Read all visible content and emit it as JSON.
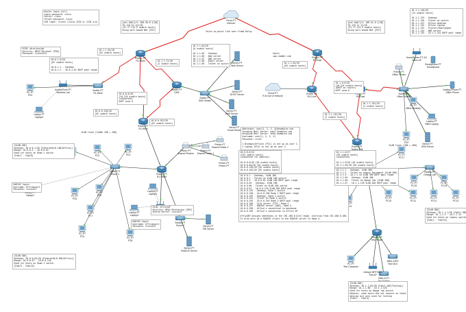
{
  "notes": {
    "router_logins": [
      "Router login [all]",
      "Login password: cisco",
      "Secret: class",
      "Telnet password: cisco",
      "SSH login: Cisco1 (Cisco-1234 or 1234 n/a)"
    ],
    "ssid_west": [
      "SSID: WirelessLab",
      "Security: WPA2-Personal [PSK]",
      "Password: cisco1234"
    ],
    "isp_west": [
      "[ext-Se0/1/1: 209.30.0.1/28]",
      "70.116.44.122/28",
      "[31.77.113.9 usable hosts]",
      "Using port-based NAT [PAT]"
    ],
    "isp_east": [
      "[ext-Se0/1/1: 209.31.0.1/28]",
      "70.129.11.12/28",
      "[31.77.113.9 usable hosts]",
      "Using port-based NAT [PAT]"
    ],
    "isp_cloud": [
      "Point-to-point link over Frame Relay"
    ],
    "hosts": [
      "Hosts",
      "www.noaddr.com"
    ],
    "east_wlan": [
      "10.1.1.128/28",
      "[14 usable hosts]",
      "",
      "10.1.1.129 - Gateway",
      "10.1.1.130 - Telnet on switch",
      "10.1.1.131 - Office desktop",
      "10.1.1.132 - Office laptop",
      "10.1.1.133 - Printer/Smartphone",
      "10.1.1.134 - DNS server",
      "10.1.1.135 - 10.1.1.142 DHCP pool range"
    ],
    "west_lan": [
      "10.0.1.0/28",
      "[62 usable hosts]",
      "",
      "10.0.1.1 - Gateway",
      "10.0.1.2 - 10.0.1.62 DHCP pool range"
    ],
    "serial_west_top": [
      "10.1.1.64/28",
      "[62 usable hosts]"
    ],
    "serial_mid": [
      "10.1.1.72/30",
      "[2 usable hosts]"
    ],
    "dmz": [
      "10.1.1.64/28",
      "[6 usable hosts]",
      "",
      "10.1.1.65 - Gateway",
      "10.1.1.66 - Web server",
      "10.1.1.67 - DNS server",
      "10.1.1.68 - Email server",
      "10.1.1.69 - Telnet on switch"
    ],
    "ospf_west": [
      "10.0.0.0/28",
      "[10,224 usable hosts]",
      "(subnetted)",
      "OSPF area 0"
    ],
    "vlan_trunk": [
      "VLAN trunk [VLANs 100 + 200]"
    ],
    "west_subnet_a": [
      "10.0.0.128/28",
      "[62 usable hosts]"
    ],
    "west_subnet_b": [
      "10.0.0.192/28",
      "[62 usable hosts]"
    ],
    "east_subnet_a": [
      "10.1.1.64/28",
      "[62 usable hosts]"
    ],
    "east_ospf": [
      "10.1.0.0/28",
      "[10,224 usable hosts]",
      "(DHCP on router)",
      "OSPF area 0"
    ],
    "east_serial": [
      "10.1.1.132/30",
      "[2 usable hosts]"
    ],
    "east_lan_b": [
      "10.1.1.152/28",
      "[2 usable hosts]"
    ],
    "email_addresses": [
      "Addresses: user[1, 2, 3, 4]@examplex.com",
      "Incoming Mail Server: pop3.examplex.com",
      "Outgoing Mail Server: smtp.examplex.com",
      "Username: user[1, 2, 3, 4]",
      "Password: cisco",
      "",
      "1 Windows/Office1 [PC1] is set up as user 1.",
      "1 Laptop [PC2] is set up as user 2."
    ],
    "dhcp_left": [
      "[VLAN 100]",
      "Gateway: 10.0.0.1/26 [Ethernet0/0.100(Office)]",
      "Range: 10.0.0.3 - 10.0.0.62",
      "Used for hosts on Room 1 switch",
      "[Fa0/1 - Fa0/8]"
    ],
    "vlan_main": [
      "10.0.0.0/24",
      "[253 usable hosts]",
      "(subnetted for address)",
      "",
      "10.0.0.0/26 [62 usable hosts]",
      "10.0.0.64/26 [62 usable hosts]",
      "10.0.0.128/26 [62 usable hosts]",
      "10.0.0.192/26 [62 usable hosts]"
    ],
    "vlan_main_detail": [
      "10.0.0.1 - Gateway, VLAN 100",
      "10.0.0.2 - Telnet on VLAN 100 switch",
      "10.0.0.3 - 10.0.0.62 VLAN 100 DHCP pool range",
      "10.0.0.65 - Gateway, VLAN 200",
      "10.0.0.66 - Telnet on VLAN 200 switch",
      "10.0.0.67 - 10.0.0.126 VLAN 200 DHCP pool range",
      "10.0.0.129 - Gateway, Room 2 switch",
      "10.0.0.130 - 10.0.0.190 Room 2 DHCP pool range",
      "10.0.0.193 - Gateway, Room 3 switch",
      "10.0.0.194 - Telnet on Room 3 switch",
      "10.0.0.195 - 10.0.0.254 Room 3 DHCP pool range",
      "10.0.0.196 - File server (FTP), Room 4",
      "10.0.0.197 - RADIUS server [AAA], Room 4",
      "10.0.0.198 - Office's connection to backbone",
      "10.0.0.199 - Office's connection to Office AP",
      "",
      "OfficeAP assigns addresses in the 192.168.0.0/24 range, starting from 192.168.0.100.",
      "It also acts as a RADIUS client to the RADIUS server in Room 4."
    ],
    "lab_a": [
      "10.1.1.0/27",
      "[30 usable hosts]",
      "(subnetted)",
      "",
      "10.1.1.0/28 [62 usable hosts]",
      "10.1.1.64/28 [62 usable hosts]"
    ],
    "lab_a_detail": [
      "10.1.1.1 - Gateway, VLAN 300",
      "10.1.1.2 - Telnet on Legacy Equipment [VLAN 300]",
      "10.1.1.3 - 10.1.1.14 VLAN 300 DHCP pool range",
      "10.1.1.65 - Gateway, VLAN 400",
      "10.1.1.66 - Telnet on Omega lab [VLAN 400]",
      "10.1.1.67 - 10.1.1.126 VLAN 400 DHCP pool range"
    ],
    "radius_login": [
      "RADIUS login:",
      "Username: Officeuser1",
      "Password: cisco123"
    ],
    "dhcp_left2": [
      "[VLAN 200]",
      "Gateway: 10.0.0.65/26 [Ethernet0/0.200(Office)]",
      "Range: 10.0.0.67 - 10.0.0.126",
      "Used for hosts on Room 1 switch",
      "[Fa0/9 - Fa0/16]"
    ],
    "office_ssid": [
      "SSID: OfficeAP",
      "Security: WPA2-Enterprise [EAP]",
      "Shared Secret: cisco123"
    ],
    "radius_login2": [
      "RADIUS login:",
      "Username: Officeuser2",
      "Password: cisco123"
    ],
    "legacy": [
      "[VLAN 300]",
      "Gateway: 10.1.1.1/28 [Fa0/1.300(Legacy)]",
      "Range: 10.1.1.3 - 10.1.1.14",
      "Used for hosts on Legacy switch",
      "[Fa0/1 - Fa0/24]"
    ],
    "testing": [
      "[VLAN 400]",
      "Gateway: 10.1.1.65/28 [Fa0/1.400(Testing)]",
      "Range: 10.1.1.66 - 10.1.1.126",
      "Used for hosts on Omega lab switch",
      "However, some hosts did not connect as these",
      "devices are only used for testing",
      "[Fa0/2 - Fa0/4]"
    ],
    "east_vlan_trunk": [
      "VLAN trunk [300 + 400]"
    ]
  },
  "devices": [
    {
      "id": "west-router",
      "label": "Router-PT",
      "sub": "R1-West"
    },
    {
      "id": "internet",
      "label": "Cloud-PT",
      "sub": "Internet"
    },
    {
      "id": "east-router",
      "label": "Router-PT",
      "sub": "R1-East"
    },
    {
      "id": "west-ap",
      "label": "AccessPoint-PT",
      "sub": "Wireless Lab"
    },
    {
      "id": "west-ap-sw",
      "label": "Switch-PT",
      "sub": "R1-West"
    },
    {
      "id": "dmz-router",
      "label": "Router-PT",
      "sub": "DMZ"
    },
    {
      "id": "dmz-switch",
      "label": "Switch-PT",
      "sub": "DMZ Switch"
    },
    {
      "id": "web-server",
      "label": "Server-PT",
      "sub": "Web Server"
    },
    {
      "id": "dhcp-server",
      "label": "Server-PT",
      "sub": "DHCP Server"
    },
    {
      "id": "dns-server",
      "label": "Server-PT",
      "sub": "DNS Server"
    },
    {
      "id": "email-server",
      "label": "Server-PT",
      "sub": "Email Server"
    },
    {
      "id": "hosts-cloud",
      "label": "Cloud-PT",
      "sub": "R-N root of network"
    },
    {
      "id": "east-core",
      "label": "Router-PT",
      "sub": "R4-Core"
    },
    {
      "id": "east-office-router",
      "label": "Router-PT",
      "sub": "R3-East"
    },
    {
      "id": "east-office-sw",
      "label": "Switch-PT",
      "sub": "Office Switch"
    },
    {
      "id": "east-ap",
      "label": "HomeRouter-PT-AC",
      "sub": "Office AP"
    },
    {
      "id": "east-phone",
      "label": "Smartphone-PT",
      "sub": "Smartphone"
    },
    {
      "id": "printer-east",
      "label": "Printer-PT",
      "sub": "Office Printer"
    },
    {
      "id": "east-desktop",
      "label": "PC-PT",
      "sub": "Office Desktop"
    },
    {
      "id": "analog-phone",
      "label": "Analog-Phone-PT",
      "sub": "Office Phone"
    },
    {
      "id": "office-laptop",
      "label": "Laptop-PT",
      "sub": "Office Laptop"
    },
    {
      "id": "dns-east",
      "label": "Server-PT",
      "sub": "DNS Server"
    },
    {
      "id": "west-core",
      "label": "Router-PT",
      "sub": "R2-West"
    },
    {
      "id": "office-router",
      "label": "Router-PT",
      "sub": "R1-Office"
    },
    {
      "id": "shared-printers",
      "label": "Printer-PT",
      "sub": "Shared Printers"
    },
    {
      "id": "printer1",
      "label": "Printer-PT",
      "sub": "Shared Printer 1"
    },
    {
      "id": "printer2",
      "label": "Printer-PT",
      "sub": "Shared Printer 2"
    },
    {
      "id": "printer3",
      "label": "Printer-PT",
      "sub": "Printer-PT"
    },
    {
      "id": "office-sw",
      "label": "Switch-PT",
      "sub": "Room 1"
    },
    {
      "id": "office-ap",
      "label": "Linksys WRT300N",
      "sub": "Office AP"
    },
    {
      "id": "room4-sw",
      "label": "Switch-PT",
      "sub": "Room 4"
    },
    {
      "id": "file-server",
      "label": "Server-PT",
      "sub": "File Server"
    },
    {
      "id": "radius-server",
      "label": "Server-PT",
      "sub": "RADIUS Server"
    },
    {
      "id": "east-lab-router",
      "label": "Router-PT",
      "sub": "Testing Site"
    },
    {
      "id": "legacy-sw",
      "label": "Switch-PT",
      "sub": "Legacy Equipment"
    },
    {
      "id": "omega-sw",
      "label": "Switch-PT",
      "sub": "Omega Lab"
    },
    {
      "id": "test-router",
      "label": "Router-PT",
      "sub": "Test Router"
    },
    {
      "id": "test-mlsw",
      "label": "3560-24PS",
      "sub": "Test MLS"
    },
    {
      "id": "test-sw",
      "label": "2960-24TT",
      "sub": "Test Switch"
    },
    {
      "id": "test-computer",
      "label": "PC-PT",
      "sub": "Test Computer"
    },
    {
      "id": "test-ap",
      "label": "Linksys WRT300N",
      "sub": "Test AP"
    }
  ],
  "pcs": {
    "west": [
      "PC0",
      "PC1",
      "PC2",
      "PC3",
      "PC4",
      "PC5",
      "PC6",
      "PC7",
      "PC8"
    ],
    "east": [
      "PC9",
      "PC10",
      "PC11",
      "PC12",
      "PC13",
      "PC14",
      "PC15",
      "PC16",
      "PC17"
    ]
  },
  "laptops": [
    "Laptop0",
    "Laptop1",
    "Laptop2",
    "Laptop3"
  ]
}
